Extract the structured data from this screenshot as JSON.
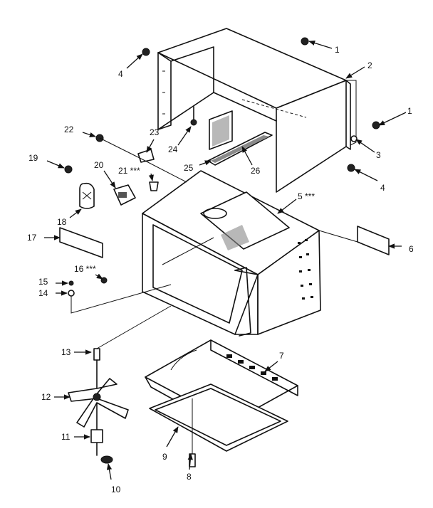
{
  "callouts": [
    {
      "id": "c1a",
      "label": "1"
    },
    {
      "id": "c1b",
      "label": "1"
    },
    {
      "id": "c2",
      "label": "2"
    },
    {
      "id": "c3",
      "label": "3"
    },
    {
      "id": "c4a",
      "label": "4"
    },
    {
      "id": "c4b",
      "label": "4"
    },
    {
      "id": "c5",
      "label": "5 ***"
    },
    {
      "id": "c6",
      "label": "6"
    },
    {
      "id": "c7",
      "label": "7"
    },
    {
      "id": "c8",
      "label": "8"
    },
    {
      "id": "c9",
      "label": "9"
    },
    {
      "id": "c10",
      "label": "10"
    },
    {
      "id": "c11",
      "label": "11"
    },
    {
      "id": "c12",
      "label": "12"
    },
    {
      "id": "c13",
      "label": "13"
    },
    {
      "id": "c14",
      "label": "14"
    },
    {
      "id": "c15",
      "label": "15"
    },
    {
      "id": "c16",
      "label": "16 ***"
    },
    {
      "id": "c17",
      "label": "17"
    },
    {
      "id": "c18",
      "label": "18"
    },
    {
      "id": "c19",
      "label": "19"
    },
    {
      "id": "c20",
      "label": "20"
    },
    {
      "id": "c21",
      "label": "21 ***"
    },
    {
      "id": "c22",
      "label": "22"
    },
    {
      "id": "c23",
      "label": "23"
    },
    {
      "id": "c24",
      "label": "24"
    },
    {
      "id": "c25",
      "label": "25"
    },
    {
      "id": "c26",
      "label": "26"
    }
  ]
}
